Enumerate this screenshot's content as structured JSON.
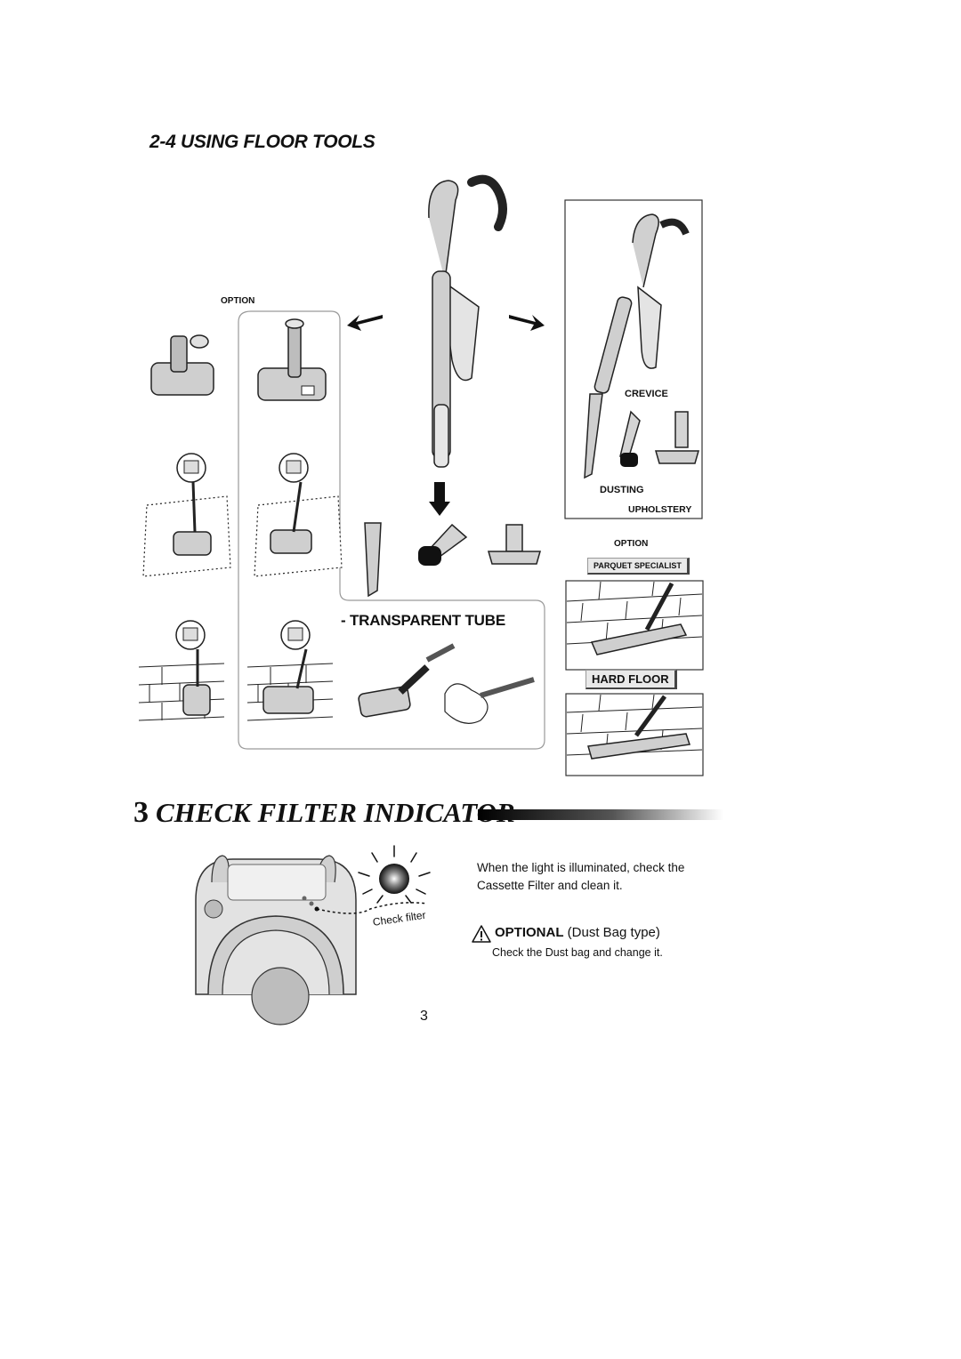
{
  "section": {
    "title": "2-4 USING FLOOR TOOLS"
  },
  "labels": {
    "option_left": "OPTION",
    "crevice": "CREVICE",
    "dusting": "DUSTING",
    "upholstery": "UPHOLSTERY",
    "option_right": "OPTION",
    "parquet": "PARQUET SPECIALIST",
    "transparent_tube": "- TRANSPARENT TUBE",
    "hard_floor": "HARD FLOOR"
  },
  "filter_section": {
    "number": "3",
    "heading": "CHECK FILTER INDICATOR",
    "description": "When the light is illuminated, check the Cassette Filter and clean it.",
    "optional_bold": "OPTIONAL",
    "optional_rest": " (Dust Bag type)",
    "optional_sub": "Check the Dust bag and change it.",
    "check_filter_label": "Check filter"
  },
  "page_number": "3",
  "colors": {
    "ink": "#111111",
    "gray_fill": "#d8d8d8",
    "panel_border": "#8a8a8a"
  }
}
